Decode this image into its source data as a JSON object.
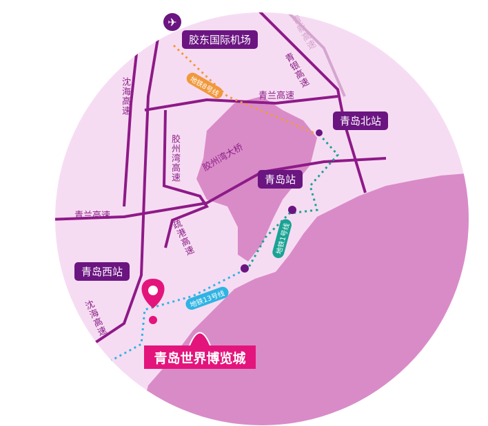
{
  "stations": {
    "airport": "胶东国际机场",
    "north": "青岛北站",
    "qingdao": "青岛站",
    "west": "青岛西站"
  },
  "roads": {
    "qinglan_top": "青兰高速",
    "qinglan_left": "青兰高速",
    "shenhai_top": "沈海高速",
    "shenhai_bottom": "沈海高速",
    "jiaozhouwan": "胶州湾高速",
    "bridge": "胶州湾大桥",
    "qingyin": "青银高速",
    "qingxin": "青新高速",
    "shugang": "疏港高速"
  },
  "metro": {
    "line8": "地铁8号线",
    "line1": "地铁1号线",
    "line13": "地铁13号线"
  },
  "destination": "青岛世界博览城",
  "colors": {
    "land": "#f6dcf2",
    "sea": "#d98bc7",
    "road": "#8e1a88",
    "line8": "#f0993c",
    "line1": "#1aa394",
    "line13": "#2fb3e3",
    "station": "#6b1581",
    "expo": "#e3157c"
  }
}
